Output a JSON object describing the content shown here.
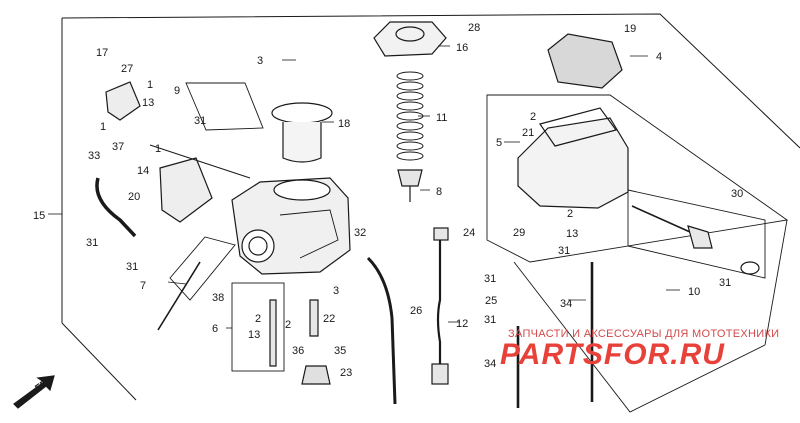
{
  "diagram": {
    "part_labels": [
      {
        "id": "p1",
        "text": "1"
      },
      {
        "id": "p2",
        "text": "1"
      },
      {
        "id": "p3",
        "text": "1"
      },
      {
        "id": "p4",
        "text": "2"
      },
      {
        "id": "p5",
        "text": "2"
      },
      {
        "id": "p6",
        "text": "2"
      },
      {
        "id": "p7",
        "text": "2"
      },
      {
        "id": "p8",
        "text": "3"
      },
      {
        "id": "p9",
        "text": "3"
      },
      {
        "id": "p10",
        "text": "4"
      },
      {
        "id": "p11",
        "text": "5"
      },
      {
        "id": "p12",
        "text": "6"
      },
      {
        "id": "p13",
        "text": "7"
      },
      {
        "id": "p14",
        "text": "8"
      },
      {
        "id": "p15",
        "text": "9"
      },
      {
        "id": "p16",
        "text": "10"
      },
      {
        "id": "p17",
        "text": "11"
      },
      {
        "id": "p18",
        "text": "12"
      },
      {
        "id": "p19",
        "text": "13"
      },
      {
        "id": "p20",
        "text": "13"
      },
      {
        "id": "p21",
        "text": "13"
      },
      {
        "id": "p22",
        "text": "14"
      },
      {
        "id": "p23",
        "text": "15"
      },
      {
        "id": "p24",
        "text": "16"
      },
      {
        "id": "p25",
        "text": "17"
      },
      {
        "id": "p26",
        "text": "18"
      },
      {
        "id": "p27",
        "text": "19"
      },
      {
        "id": "p28",
        "text": "20"
      },
      {
        "id": "p29",
        "text": "21"
      },
      {
        "id": "p30",
        "text": "22"
      },
      {
        "id": "p31",
        "text": "23"
      },
      {
        "id": "p32",
        "text": "24"
      },
      {
        "id": "p33",
        "text": "25"
      },
      {
        "id": "p34",
        "text": "26"
      },
      {
        "id": "p35",
        "text": "27"
      },
      {
        "id": "p36",
        "text": "28"
      },
      {
        "id": "p37",
        "text": "29"
      },
      {
        "id": "p38",
        "text": "30"
      },
      {
        "id": "p39",
        "text": "31"
      },
      {
        "id": "p40",
        "text": "31"
      },
      {
        "id": "p41",
        "text": "31"
      },
      {
        "id": "p42",
        "text": "31"
      },
      {
        "id": "p43",
        "text": "31"
      },
      {
        "id": "p44",
        "text": "31"
      },
      {
        "id": "p45",
        "text": "31"
      },
      {
        "id": "p46",
        "text": "32"
      },
      {
        "id": "p47",
        "text": "33"
      },
      {
        "id": "p48",
        "text": "34"
      },
      {
        "id": "p49",
        "text": "34"
      },
      {
        "id": "p50",
        "text": "35"
      },
      {
        "id": "p51",
        "text": "36"
      },
      {
        "id": "p52",
        "text": "37"
      },
      {
        "id": "p53",
        "text": "38"
      }
    ],
    "fr_marker": "FR.",
    "watermark_caption": "ЗАПЧАСТИ И АКСЕССУАРЫ ДЛЯ МОТОТЕХНИКИ",
    "watermark_logo": "PARTSFOR.RU",
    "colors": {
      "ink": "#1a1a1a",
      "watermark": "#e8413a"
    }
  }
}
